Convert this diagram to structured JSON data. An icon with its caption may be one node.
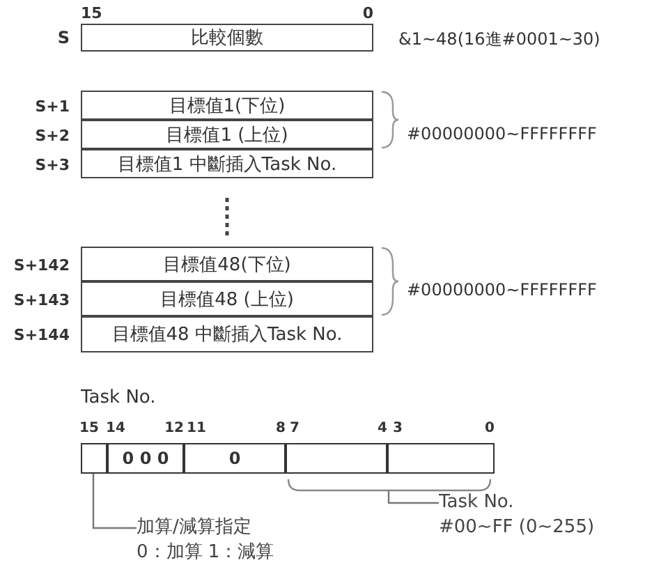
{
  "diagram": {
    "nodes": [
      {
        "text": [
          "比較個數"
        ]
      },
      {
        "text": [
          "目標值1(下位)"
        ]
      },
      {
        "text": [
          "目標值1 (上位)"
        ]
      },
      {
        "text": [
          "目標值1 中斷插入Task No."
        ]
      },
      {
        "text": [
          "目標值48(下位)"
        ]
      },
      {
        "text": [
          "目標值48 (上位)"
        ]
      },
      {
        "text": [
          "目標值48 中斷插入Task No."
        ]
      },
      {
        "text": [],
        "shape": "box"
      },
      {
        "text": [
          "0 0 0"
        ]
      },
      {
        "text": [
          "0"
        ]
      },
      {
        "text": [],
        "shape": "box"
      },
      {
        "text": [],
        "shape": "box"
      },
      {
        "text": [],
        "shape": "bracket"
      },
      {
        "text": [
          "加算/減算指定",
          "0：加算 1：減算"
        ]
      },
      {
        "text": [
          "Task No.",
          "#00~FF (0~255)"
        ]
      }
    ],
    "edges": [
      {
        "from": 13,
        "to": 7,
        "arrow": "none"
      },
      {
        "from": 14,
        "to": 12,
        "arrow": "none"
      }
    ],
    "labels": [
      "15",
      "0",
      "S",
      "&1~48(16進#0001~30)",
      "S+1",
      "S+2",
      "S+3",
      "#00000000~FFFFFFFF",
      "S+142",
      "S+143",
      "S+144",
      "#00000000~FFFFFFFF",
      "Task No.",
      "15",
      "14",
      "12",
      "11",
      "8",
      "7",
      "4",
      "3",
      "0"
    ]
  }
}
